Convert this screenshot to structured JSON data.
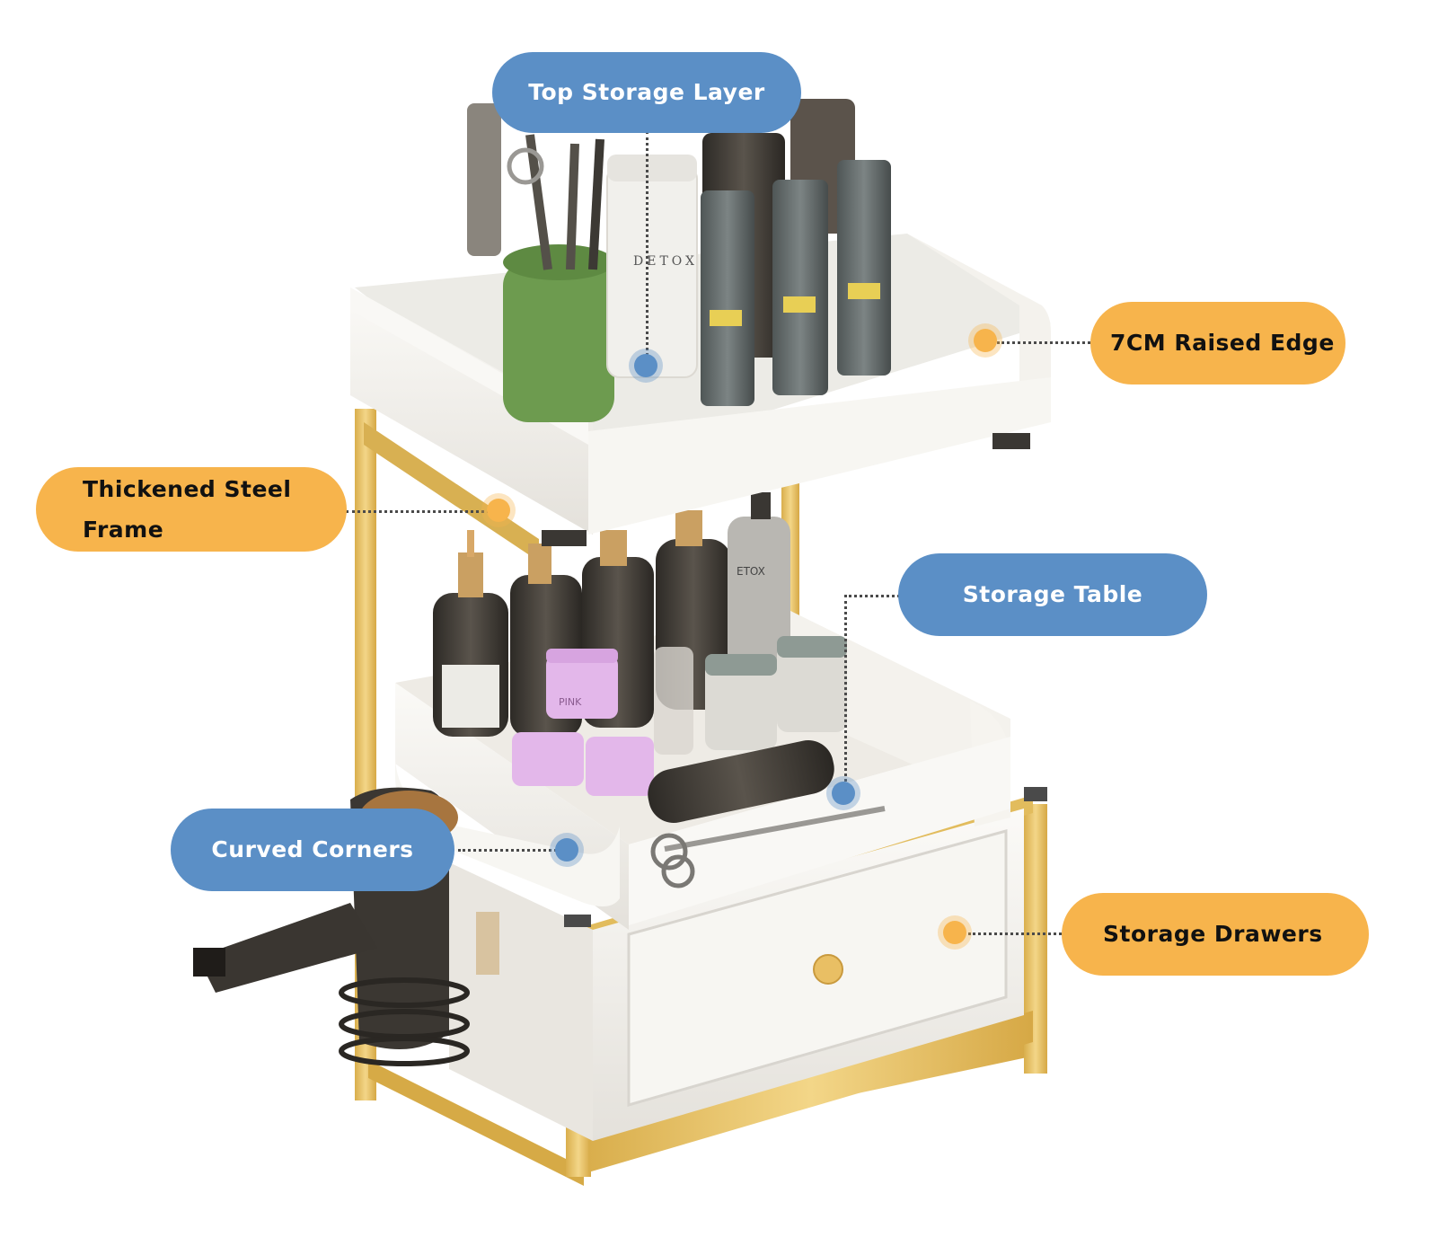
{
  "callouts": {
    "top_storage_layer": "Top Storage Layer",
    "raised_edge": "7CM Raised Edge",
    "steel_frame": "Thickened Steel\nFrame",
    "storage_table": "Storage Table",
    "curved_corners": "Curved Corners",
    "storage_drawers": "Storage Drawers"
  },
  "colors": {
    "callout_blue": "#5b8fc6",
    "callout_orange": "#f7b44c",
    "frame_gold": "#e9c66a",
    "shelf_white": "#f3f1ec"
  },
  "product": {
    "label_detox": "DETOX",
    "label_etox": "ETOX",
    "label_pink": "PINK"
  }
}
